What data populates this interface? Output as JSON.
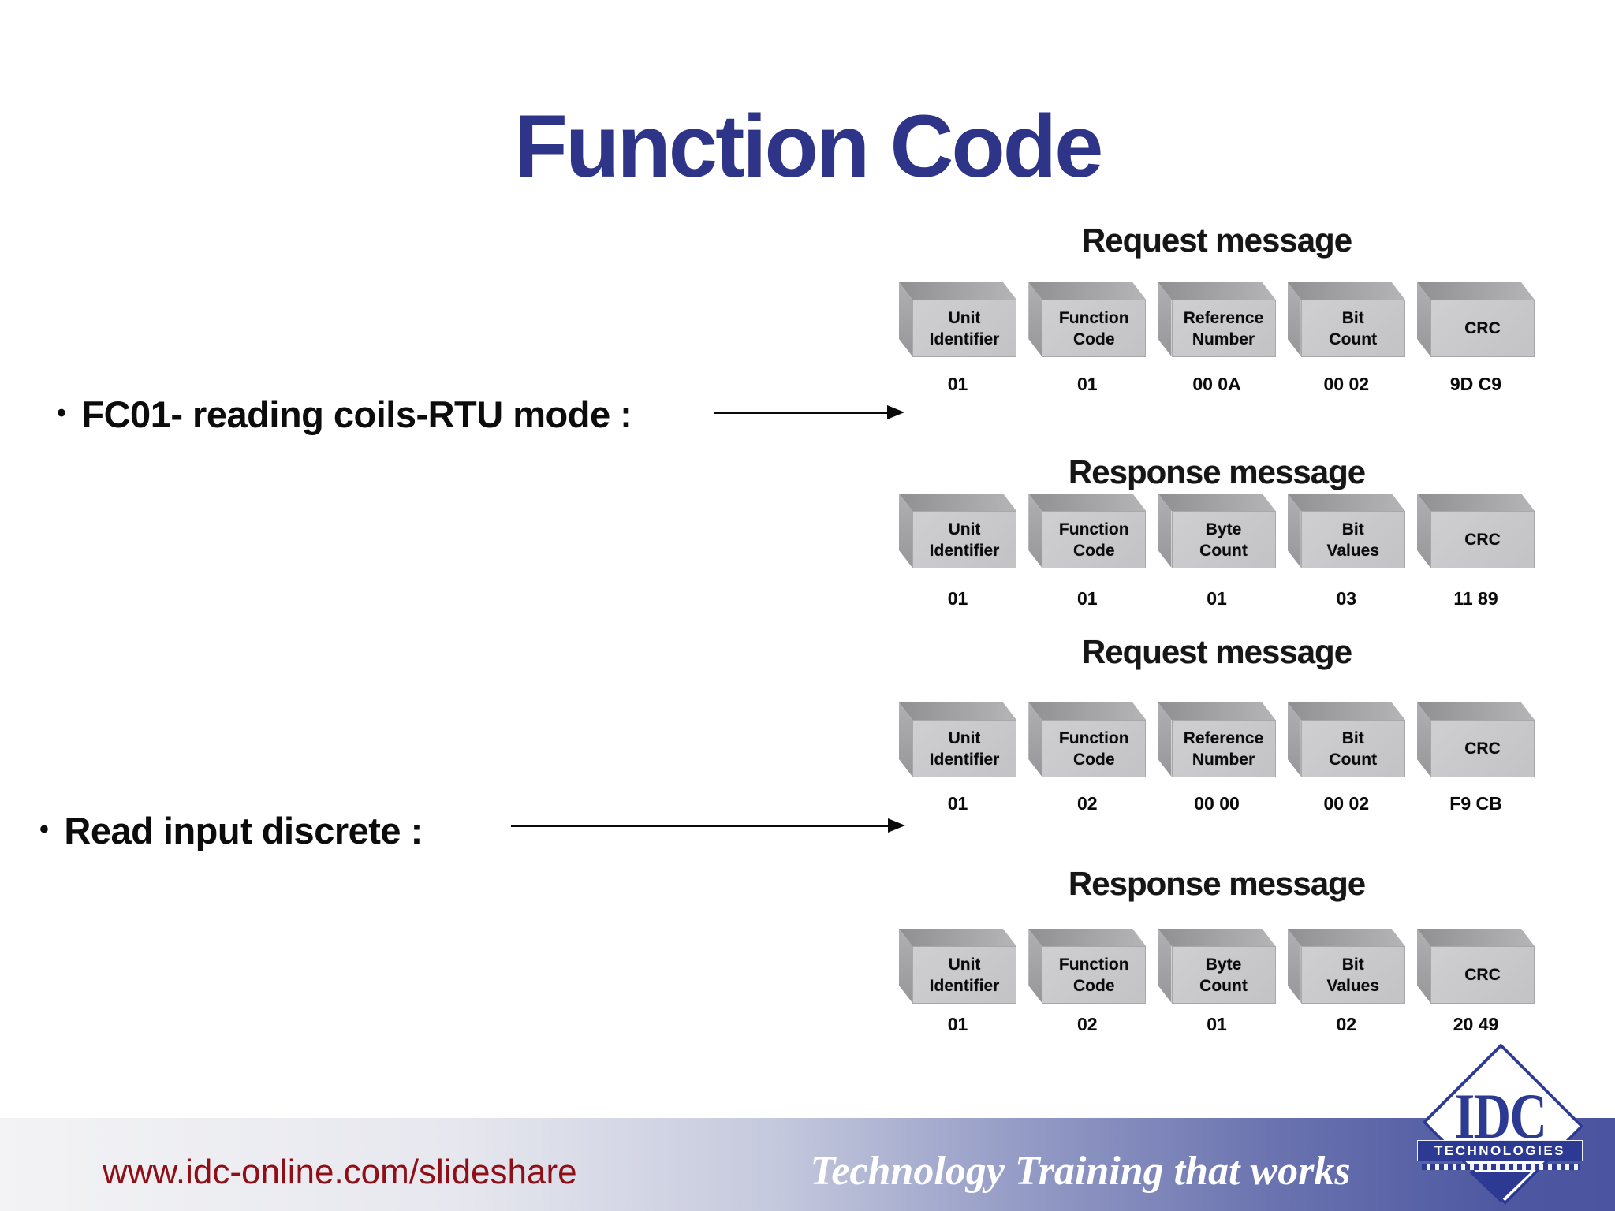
{
  "slide": {
    "title": "Function Code",
    "bullet_char": "•",
    "bullet1": "FC01- reading coils-RTU mode :",
    "bullet2": "Read input discrete :"
  },
  "diagrams": [
    {
      "title": "Request message",
      "boxes": [
        {
          "line1": "Unit",
          "line2": "Identifier",
          "value": "01"
        },
        {
          "line1": "Function",
          "line2": "Code",
          "value": "01"
        },
        {
          "line1": "Reference",
          "line2": "Number",
          "value": "00 0A"
        },
        {
          "line1": "Bit",
          "line2": "Count",
          "value": "00 02"
        },
        {
          "line1": "CRC",
          "line2": "",
          "value": "9D C9"
        }
      ]
    },
    {
      "title": "Response message",
      "boxes": [
        {
          "line1": "Unit",
          "line2": "Identifier",
          "value": "01"
        },
        {
          "line1": "Function",
          "line2": "Code",
          "value": "01"
        },
        {
          "line1": "Byte",
          "line2": "Count",
          "value": "01"
        },
        {
          "line1": "Bit",
          "line2": "Values",
          "value": "03"
        },
        {
          "line1": "CRC",
          "line2": "",
          "value": "11 89"
        }
      ]
    },
    {
      "title": "Request message",
      "boxes": [
        {
          "line1": "Unit",
          "line2": "Identifier",
          "value": "01"
        },
        {
          "line1": "Function",
          "line2": "Code",
          "value": "02"
        },
        {
          "line1": "Reference",
          "line2": "Number",
          "value": "00 00"
        },
        {
          "line1": "Bit",
          "line2": "Count",
          "value": "00 02"
        },
        {
          "line1": "CRC",
          "line2": "",
          "value": "F9 CB"
        }
      ]
    },
    {
      "title": "Response message",
      "boxes": [
        {
          "line1": "Unit",
          "line2": "Identifier",
          "value": "01"
        },
        {
          "line1": "Function",
          "line2": "Code",
          "value": "02"
        },
        {
          "line1": "Byte",
          "line2": "Count",
          "value": "01"
        },
        {
          "line1": "Bit",
          "line2": "Values",
          "value": "02"
        },
        {
          "line1": "CRC",
          "line2": "",
          "value": "20 49"
        }
      ]
    }
  ],
  "footer": {
    "url": "www.idc-online.com/slideshare",
    "tagline": "Technology Training that works",
    "logo": {
      "name": "IDC",
      "sub": "TECHNOLOGIES"
    }
  },
  "colors": {
    "title_blue": "#2e3487",
    "logo_blue": "#2c3a94",
    "url_red": "#8e1016",
    "cube_front": "#c8c8ca",
    "cube_shade": "#97979a",
    "band_right": "#4a54a0"
  }
}
